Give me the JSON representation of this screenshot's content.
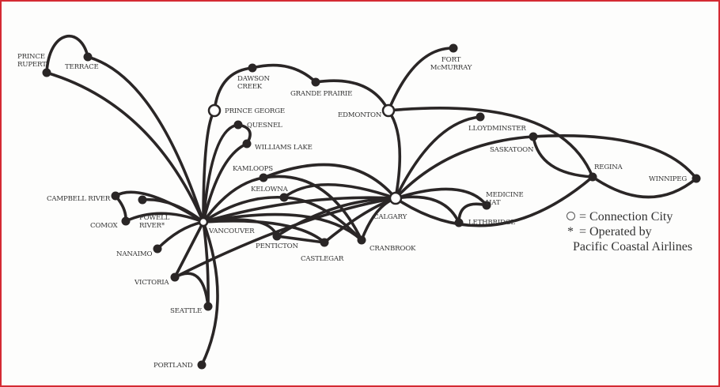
{
  "cities": {
    "vancouver": {
      "label": [
        "VANCOUVER"
      ],
      "connection": true
    },
    "calgary": {
      "label": [
        "CALGARY"
      ],
      "connection": true
    },
    "edmonton": {
      "label": [
        "EDMONTON"
      ],
      "connection": true
    },
    "prince_george": {
      "label": [
        "PRINCE GEORGE"
      ],
      "connection": true
    },
    "prince_rupert": {
      "label": [
        "PRINCE",
        "RUPERT"
      ]
    },
    "terrace": {
      "label": [
        "TERRACE"
      ]
    },
    "dawson_creek": {
      "label": [
        "DAWSON",
        "CREEK"
      ]
    },
    "grande_prairie": {
      "label": [
        "GRANDE PRAIRIE"
      ]
    },
    "fort_mcmurray": {
      "label": [
        "FORT",
        "McMURRAY"
      ]
    },
    "quesnel": {
      "label": [
        "QUESNEL"
      ]
    },
    "williams_lake": {
      "label": [
        "WILLIAMS LAKE"
      ]
    },
    "kamloops": {
      "label": [
        "KAMLOOPS"
      ]
    },
    "kelowna": {
      "label": [
        "KELOWNA"
      ]
    },
    "campbell_river": {
      "label": [
        "CAMPBELL RIVER"
      ]
    },
    "powell_river": {
      "label": [
        "POWELL",
        "RIVER*"
      ]
    },
    "comox": {
      "label": [
        "COMOX"
      ]
    },
    "nanaimo": {
      "label": [
        "NANAIMO"
      ]
    },
    "victoria": {
      "label": [
        "VICTORIA"
      ]
    },
    "seattle": {
      "label": [
        "SEATTLE"
      ]
    },
    "portland": {
      "label": [
        "PORTLAND"
      ]
    },
    "penticton": {
      "label": [
        "PENTICTON"
      ]
    },
    "castlegar": {
      "label": [
        "CASTLEGAR"
      ]
    },
    "cranbrook": {
      "label": [
        "CRANBROOK"
      ]
    },
    "lloydminster": {
      "label": [
        "LLOYDMINSTER"
      ]
    },
    "saskatoon": {
      "label": [
        "SASKATOON"
      ]
    },
    "regina": {
      "label": [
        "REGINA"
      ]
    },
    "winnipeg": {
      "label": [
        "WINNIPEG"
      ]
    },
    "medicine_hat": {
      "label": [
        "MEDICINE",
        "HAT"
      ]
    },
    "lethbridge": {
      "label": [
        "LETHBRIDGE"
      ]
    }
  },
  "routes": [
    [
      "vancouver",
      "prince_rupert"
    ],
    [
      "vancouver",
      "terrace"
    ],
    [
      "prince_rupert",
      "terrace"
    ],
    [
      "vancouver",
      "prince_george"
    ],
    [
      "prince_george",
      "dawson_creek"
    ],
    [
      "dawson_creek",
      "grande_prairie"
    ],
    [
      "grande_prairie",
      "edmonton"
    ],
    [
      "vancouver",
      "quesnel"
    ],
    [
      "quesnel",
      "williams_lake"
    ],
    [
      "vancouver",
      "williams_lake"
    ],
    [
      "vancouver",
      "kamloops"
    ],
    [
      "kamloops",
      "calgary"
    ],
    [
      "kamloops",
      "cranbrook"
    ],
    [
      "vancouver",
      "kelowna"
    ],
    [
      "kelowna",
      "calgary"
    ],
    [
      "kelowna",
      "cranbrook"
    ],
    [
      "vancouver",
      "campbell_river"
    ],
    [
      "campbell_river",
      "comox"
    ],
    [
      "vancouver",
      "comox"
    ],
    [
      "vancouver",
      "powell_river"
    ],
    [
      "vancouver",
      "nanaimo"
    ],
    [
      "vancouver",
      "victoria"
    ],
    [
      "victoria",
      "seattle"
    ],
    [
      "vancouver",
      "seattle"
    ],
    [
      "vancouver",
      "portland"
    ],
    [
      "victoria",
      "calgary"
    ],
    [
      "vancouver",
      "penticton"
    ],
    [
      "penticton",
      "castlegar"
    ],
    [
      "penticton",
      "calgary"
    ],
    [
      "vancouver",
      "castlegar"
    ],
    [
      "castlegar",
      "calgary"
    ],
    [
      "vancouver",
      "cranbrook"
    ],
    [
      "cranbrook",
      "calgary"
    ],
    [
      "vancouver",
      "calgary"
    ],
    [
      "calgary",
      "edmonton"
    ],
    [
      "edmonton",
      "fort_mcmurray"
    ],
    [
      "edmonton",
      "regina"
    ],
    [
      "calgary",
      "lloydminster"
    ],
    [
      "calgary",
      "saskatoon"
    ],
    [
      "saskatoon",
      "regina"
    ],
    [
      "saskatoon",
      "winnipeg"
    ],
    [
      "regina",
      "winnipeg"
    ],
    [
      "calgary",
      "regina"
    ],
    [
      "calgary",
      "medicine_hat"
    ],
    [
      "calgary",
      "lethbridge"
    ],
    [
      "lethbridge",
      "medicine_hat"
    ]
  ],
  "legend": {
    "connection_symbol": "○",
    "connection_label": "Connection City",
    "operated_symbol": "*",
    "operated_label_1": "Operated by",
    "operated_label_2": "Pacific Coastal Airlines",
    "equals": "="
  },
  "colors": {
    "frame": "#d42a33",
    "ink": "#2a2626"
  }
}
